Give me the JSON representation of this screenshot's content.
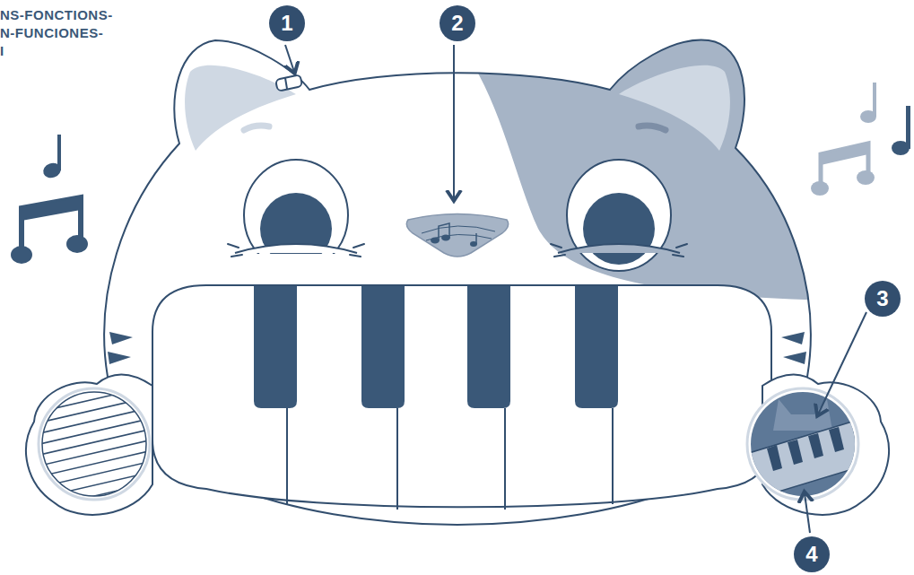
{
  "diagram": {
    "labels": [
      "NS-FONCTIONS-",
      "N-FUNCIONES-",
      "I",
      "1",
      "2",
      "3",
      "4"
    ]
  }
}
